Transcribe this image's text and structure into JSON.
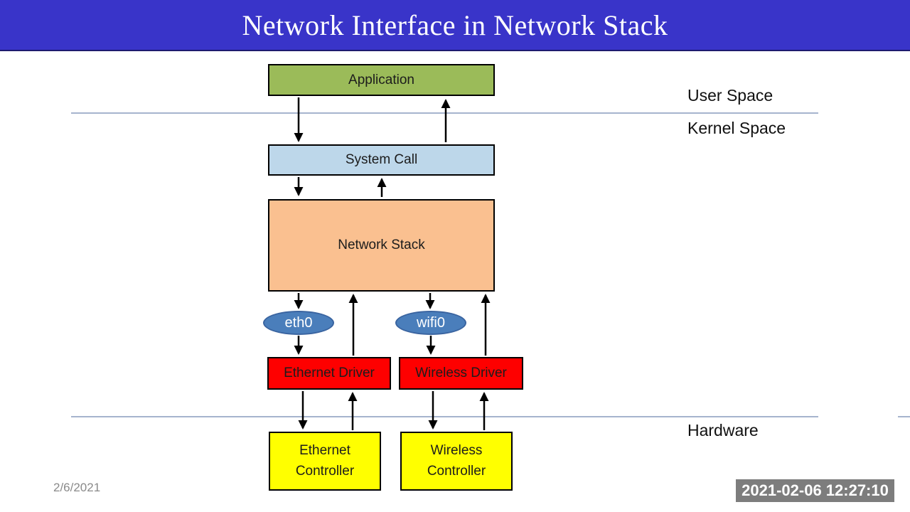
{
  "title_bar": {
    "title": "Network Interface in Network Stack",
    "bg_color": "#3934c9",
    "text_color": "#ffffff"
  },
  "region_labels": {
    "user_space": "User Space",
    "kernel_space": "Kernel Space",
    "hardware": "Hardware"
  },
  "nodes": {
    "application": {
      "label": "Application",
      "fill": "#9bbb59"
    },
    "system_call": {
      "label": "System Call",
      "fill": "#bdd7ea"
    },
    "network_stack": {
      "label": "Network Stack",
      "fill": "#fac090"
    },
    "eth0": {
      "label": "eth0",
      "fill": "#4a7ebb"
    },
    "wifi0": {
      "label": "wifi0",
      "fill": "#4a7ebb"
    },
    "ethernet_driver": {
      "label": "Ethernet Driver",
      "fill": "#fe0000"
    },
    "wireless_driver": {
      "label": "Wireless Driver",
      "fill": "#fe0000"
    },
    "ethernet_controller": {
      "label": "Ethernet Controller",
      "fill": "#ffff00"
    },
    "wireless_controller": {
      "label": "Wireless Controller",
      "fill": "#ffff00"
    }
  },
  "footer": {
    "slide_date": "2/6/2021",
    "recording_timestamp": "2021-02-06 12:27:10"
  }
}
